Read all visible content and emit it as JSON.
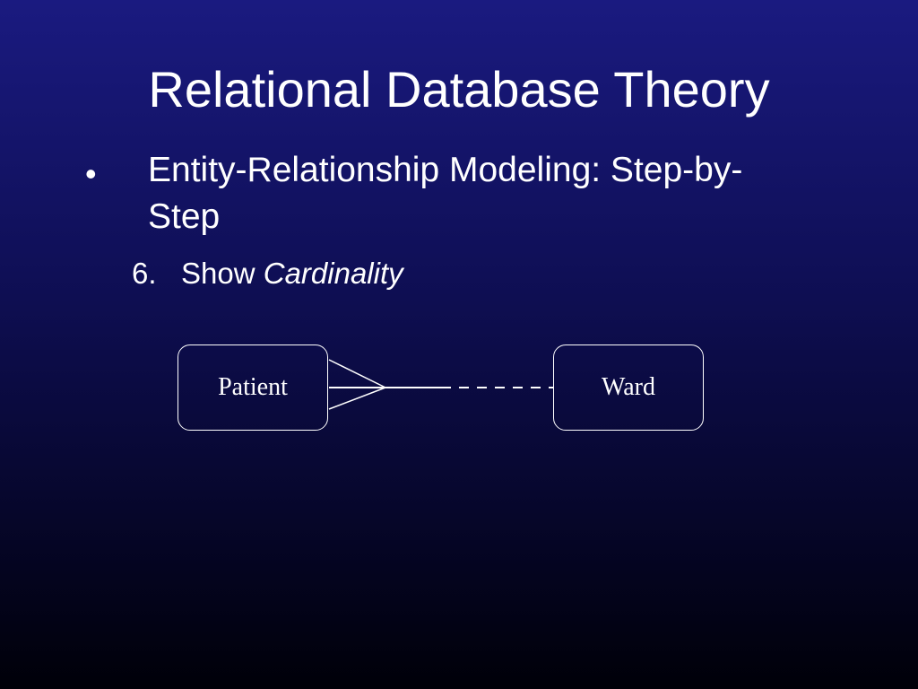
{
  "slide": {
    "title": "Relational Database Theory",
    "bullet": {
      "glyph": "•",
      "text": "Entity-Relationship Modeling: Step-by-Step"
    },
    "step": {
      "number": "6.",
      "prefix": "Show",
      "emphasis": "Cardinality"
    }
  },
  "diagram": {
    "entities": [
      {
        "name": "Patient"
      },
      {
        "name": "Ward"
      }
    ],
    "relationship": {
      "patient_end": "many (crow's foot), mandatory",
      "ward_end": "optional (dashed)"
    }
  },
  "colors": {
    "background_top": "#1a1a80",
    "background_bottom": "#000008",
    "text": "#ffffff"
  }
}
